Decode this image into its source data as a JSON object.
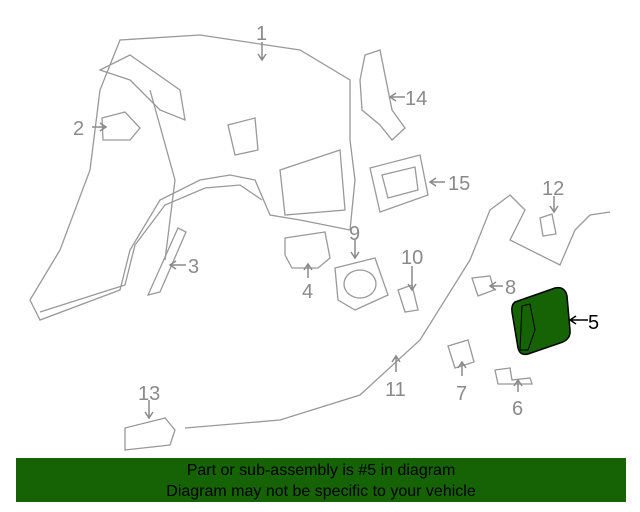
{
  "diagram": {
    "callouts": [
      {
        "id": "1",
        "label": "1"
      },
      {
        "id": "2",
        "label": "2"
      },
      {
        "id": "3",
        "label": "3"
      },
      {
        "id": "4",
        "label": "4"
      },
      {
        "id": "5",
        "label": "5"
      },
      {
        "id": "6",
        "label": "6"
      },
      {
        "id": "7",
        "label": "7"
      },
      {
        "id": "8",
        "label": "8"
      },
      {
        "id": "9",
        "label": "9"
      },
      {
        "id": "10",
        "label": "10"
      },
      {
        "id": "11",
        "label": "11"
      },
      {
        "id": "12",
        "label": "12"
      },
      {
        "id": "13",
        "label": "13"
      },
      {
        "id": "14",
        "label": "14"
      },
      {
        "id": "15",
        "label": "15"
      }
    ],
    "highlight_color": "#156305",
    "highlighted_part": "5"
  },
  "banner": {
    "line1": "Part or sub-assembly is #5 in diagram",
    "line2": "Diagram may not be specific to your vehicle",
    "color": "#156305"
  }
}
